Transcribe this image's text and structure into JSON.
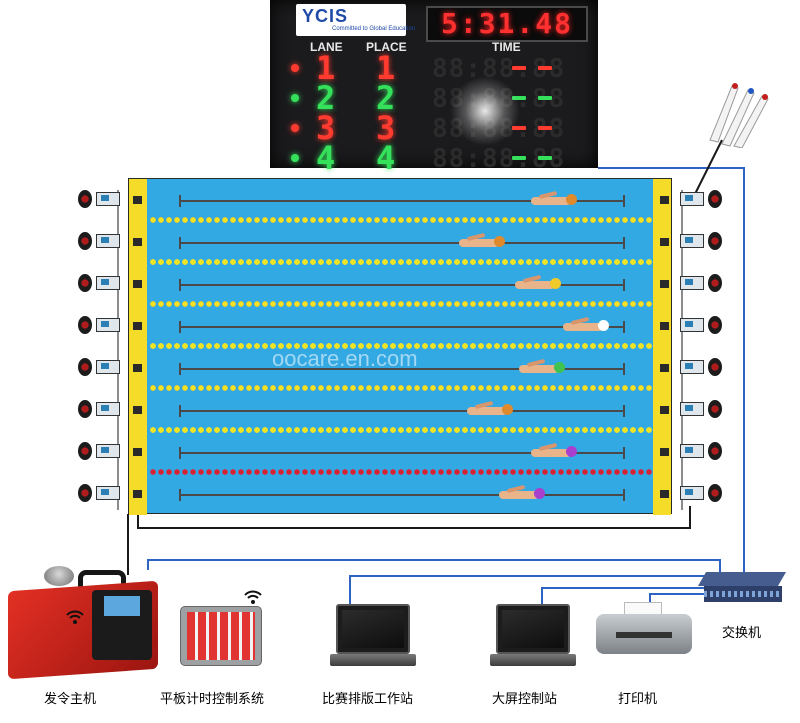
{
  "scoreboard": {
    "logo_text": "YCIS",
    "logo_subtext": "Committed to Global Education",
    "clock": "5:31.48",
    "headers": {
      "lane": "LANE",
      "place": "PLACE",
      "time": "TIME"
    },
    "rows": [
      {
        "lane": "1",
        "place": "1",
        "color": "#ff3b30"
      },
      {
        "lane": "2",
        "place": "2",
        "color": "#35e05a"
      },
      {
        "lane": "3",
        "place": "3",
        "color": "#ff3b30"
      },
      {
        "lane": "4",
        "place": "4",
        "color": "#35e05a"
      }
    ]
  },
  "pool": {
    "lanes": [
      {
        "swimmer_progress": 0.88,
        "cap_color": "#e08a2e"
      },
      {
        "swimmer_progress": 0.7,
        "cap_color": "#e08a2e"
      },
      {
        "swimmer_progress": 0.84,
        "cap_color": "#f0c92a"
      },
      {
        "swimmer_progress": 0.96,
        "cap_color": "#ffffff"
      },
      {
        "swimmer_progress": 0.85,
        "cap_color": "#3fc251"
      },
      {
        "swimmer_progress": 0.72,
        "cap_color": "#e08a2e"
      },
      {
        "swimmer_progress": 0.88,
        "cap_color": "#a83fcf"
      },
      {
        "swimmer_progress": 0.8,
        "cap_color": "#a83fcf"
      }
    ]
  },
  "watermark": "oocare.en.com",
  "devices": {
    "starter": "发令主机",
    "tablet": "平板计时控制系统",
    "layout_station": "比赛排版工作站",
    "screen_control": "大屏控制站",
    "printer": "打印机",
    "switch": "交换机"
  },
  "colors": {
    "pool_water": "#33a9e3",
    "touchpad": "#f4dc29",
    "network_wire": "#2e63c4",
    "signal_wire": "#1a1a1a"
  },
  "icons": {
    "wifi": "wifi-icon"
  }
}
